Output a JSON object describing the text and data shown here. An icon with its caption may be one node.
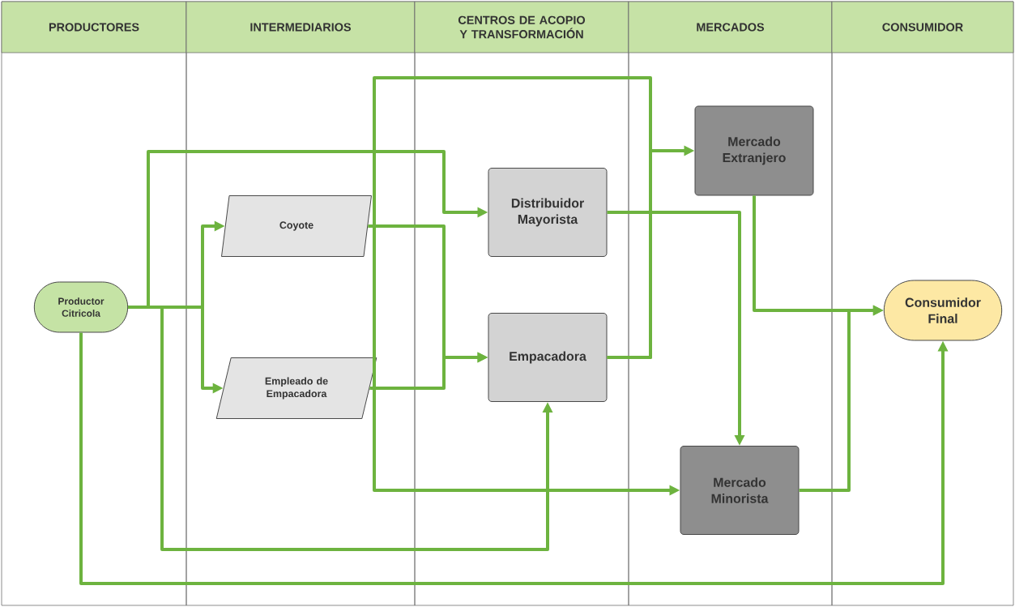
{
  "diagram": {
    "nodes": [
      {
        "text": [
          "PRODUCTORES"
        ]
      },
      {
        "text": [
          "INTERMEDIARIOS"
        ]
      },
      {
        "text": [
          "CENTROS DE ACOPIO Y TRANSFORMACIÓN"
        ]
      },
      {
        "text": [
          "MERCADOS"
        ]
      },
      {
        "text": [
          "CONSUMIDOR"
        ]
      },
      {
        "text": [
          "Productor Citricola"
        ],
        "in": 0
      },
      {
        "text": [
          "Coyote"
        ],
        "in": 1
      },
      {
        "text": [
          "Empleado de Empacadora"
        ],
        "in": 1
      },
      {
        "text": [
          "Distribuidor Mayorista"
        ],
        "in": 2
      },
      {
        "text": [
          "Empacadora"
        ],
        "in": 2
      },
      {
        "text": [
          "Mercado Extranjero"
        ],
        "in": 3
      },
      {
        "text": [
          "Mercado Minorista"
        ],
        "in": 3
      },
      {
        "text": [
          "Consumidor Final"
        ],
        "in": 4
      }
    ],
    "edges": [
      {
        "from": 5,
        "to": 6,
        "arrow": "to"
      },
      {
        "from": 5,
        "to": 7,
        "arrow": "to"
      },
      {
        "from": 5,
        "to": 8,
        "arrow": "to"
      },
      {
        "from": 5,
        "to": 9,
        "arrow": "to"
      },
      {
        "from": 5,
        "to": 12,
        "arrow": "to"
      },
      {
        "from": 6,
        "to": 9,
        "arrow": "to"
      },
      {
        "from": 7,
        "to": 9,
        "arrow": "to"
      },
      {
        "from": 9,
        "to": 10,
        "arrow": "to"
      },
      {
        "from": 9,
        "to": 11,
        "arrow": "to"
      },
      {
        "from": 8,
        "to": 11,
        "arrow": "to"
      },
      {
        "from": 10,
        "to": 12,
        "arrow": "to"
      },
      {
        "from": 11,
        "to": 12,
        "arrow": "to"
      }
    ]
  }
}
